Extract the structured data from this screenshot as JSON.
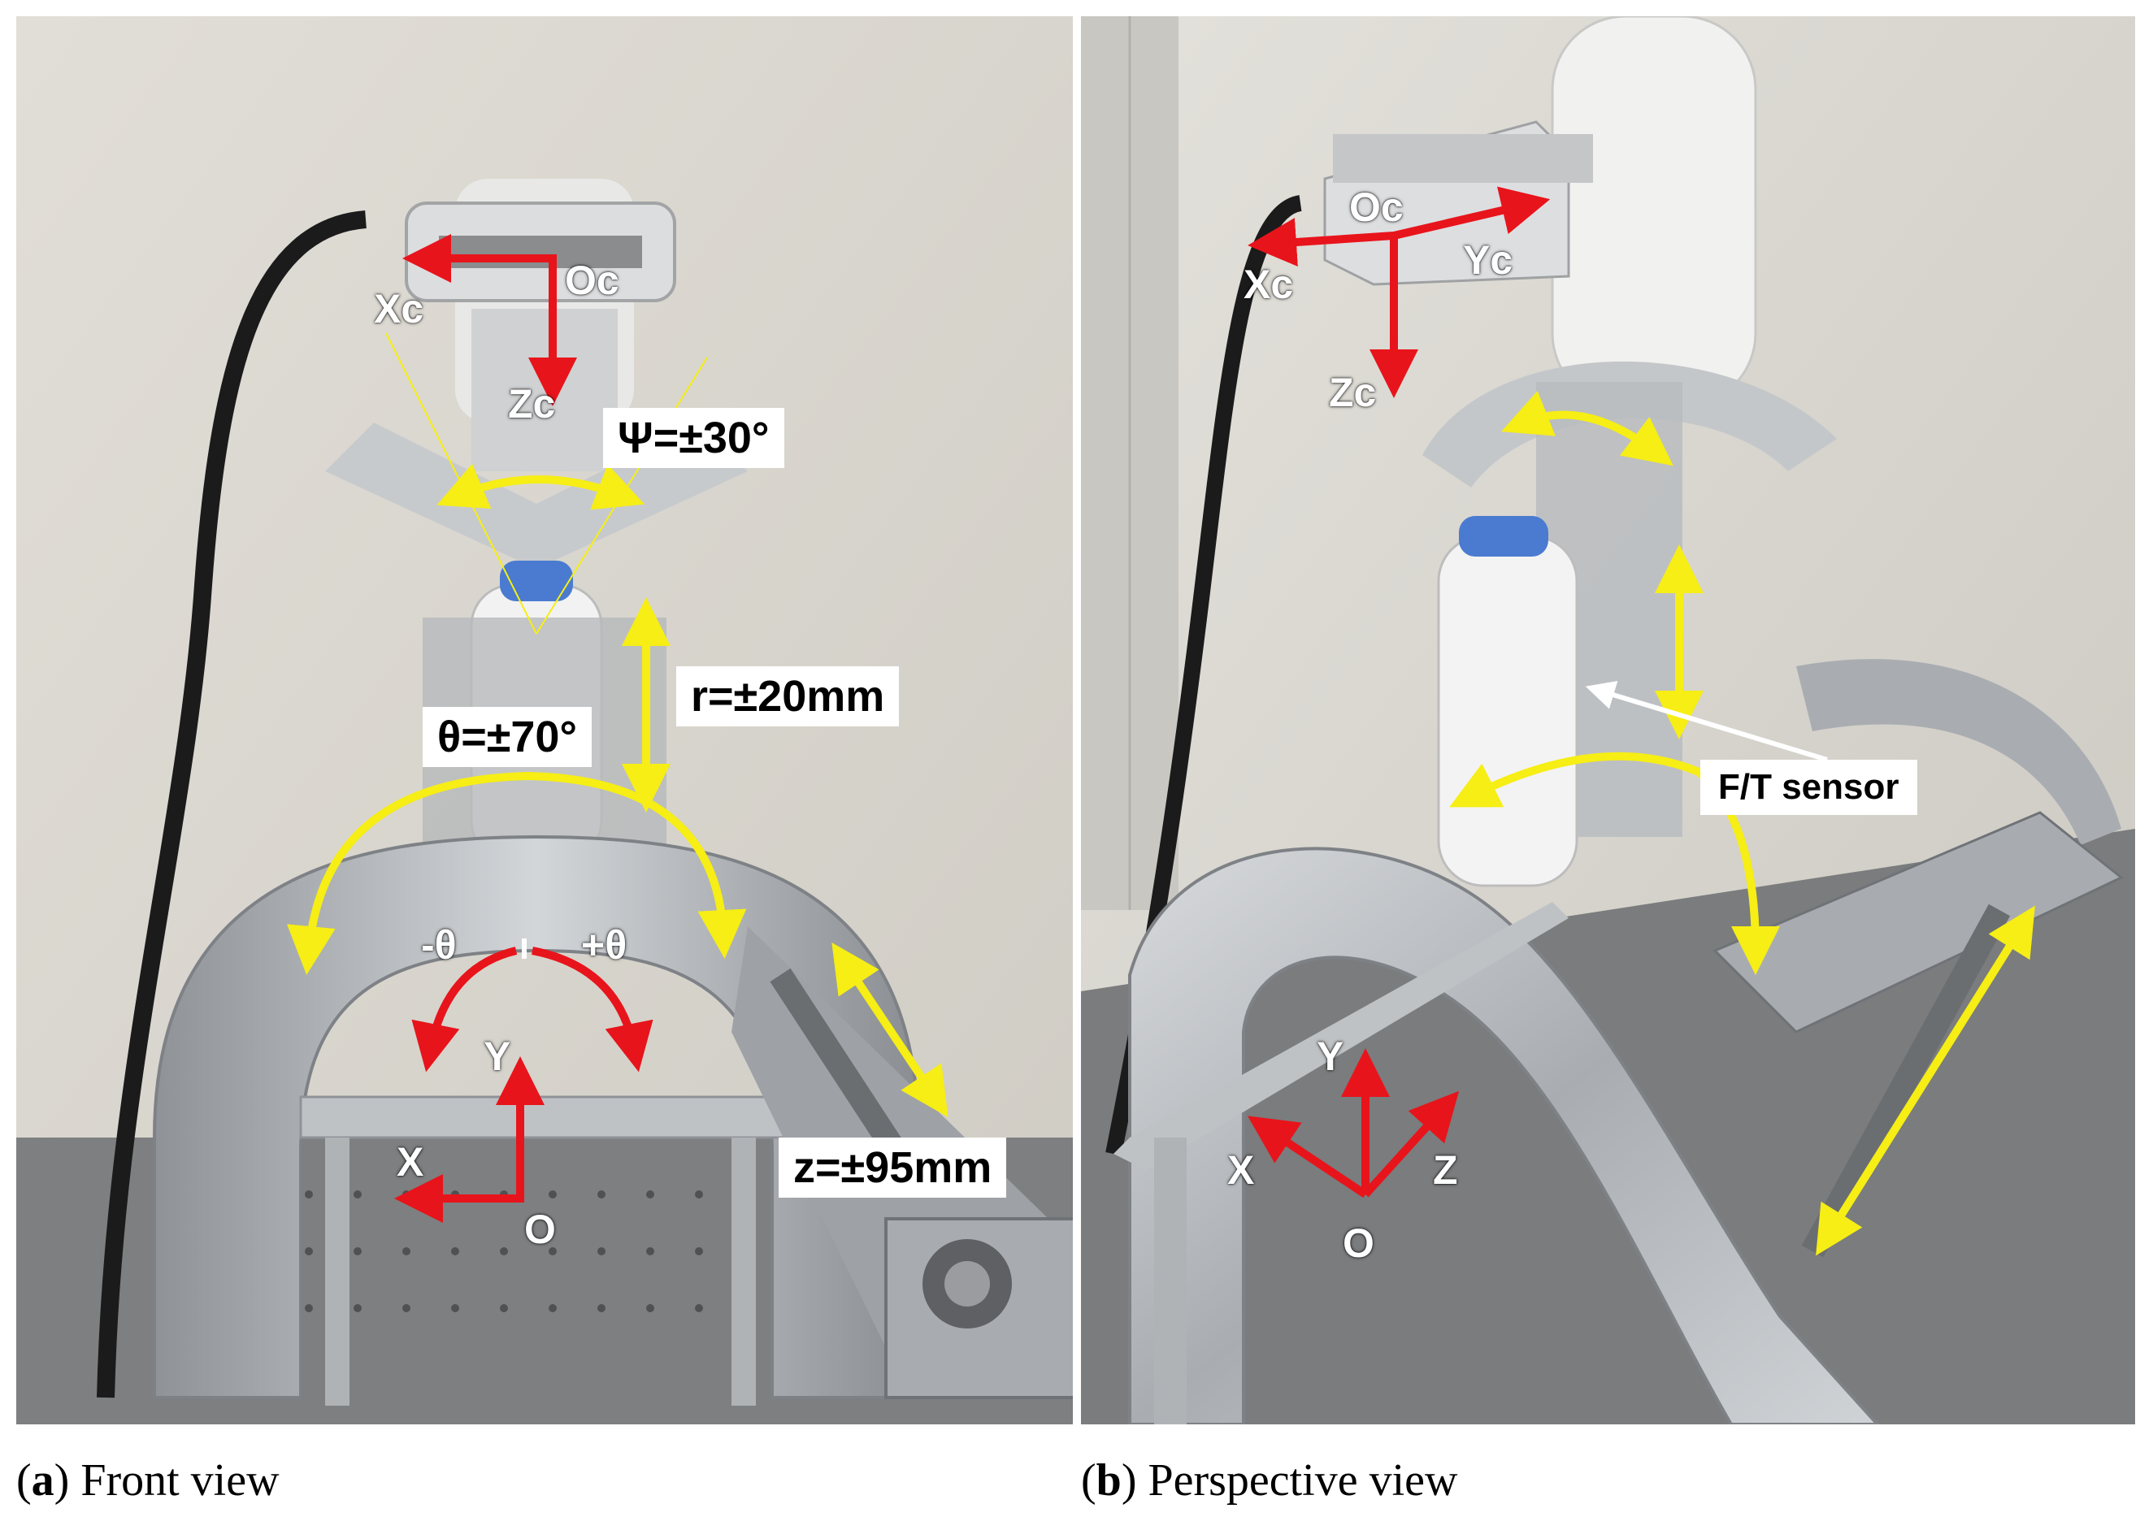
{
  "panel_a": {
    "labels": {
      "oc": "Oc",
      "xc": "Xc",
      "zc": "Zc",
      "psi": "Ψ=±30°",
      "r": "r=±20mm",
      "theta": "θ=±70°",
      "minus_theta": "-θ",
      "plus_theta": "+θ",
      "y": "Y",
      "x": "X",
      "o": "O",
      "z": "z=±95mm"
    },
    "caption_letter": "a",
    "caption_text": " Front view"
  },
  "panel_b": {
    "labels": {
      "oc": "Oc",
      "xc": "Xc",
      "yc": "Yc",
      "zc": "Zc",
      "ft": "F/T sensor",
      "y": "Y",
      "x": "X",
      "z": "Z",
      "o": "O"
    },
    "caption_letter": "b",
    "caption_text": " Perspective view"
  },
  "colors": {
    "arrow_red": "#e8141b",
    "arrow_yellow": "#f6ee14",
    "wall": "#d9d6cf",
    "metal": "#b8bcc0"
  }
}
